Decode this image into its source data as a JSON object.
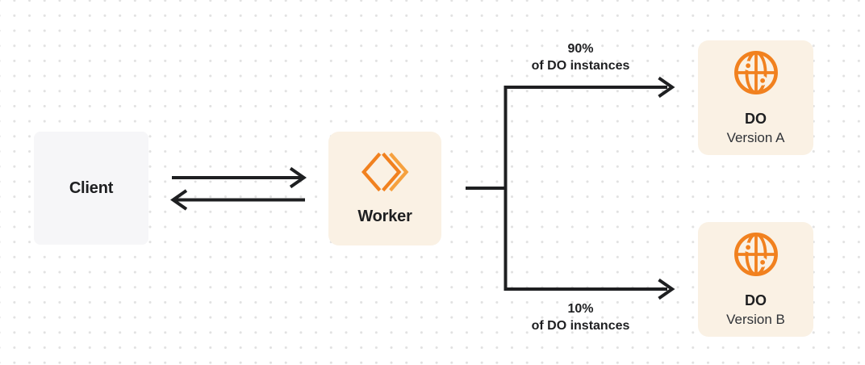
{
  "colors": {
    "background": "#ffffff",
    "dot_grid": "#e1e1e1",
    "box_cream": "#faf1e4",
    "box_gray": "#f6f6f8",
    "accent_orange": "#f1811f",
    "accent_orange_light": "#f6a13e",
    "line_dark": "#1e1f21",
    "subtitle_gray": "#2f3237"
  },
  "nodes": {
    "client": {
      "label": "Client"
    },
    "worker": {
      "label": "Worker",
      "icon": "cloudflare-workers-icon"
    },
    "do_a": {
      "title": "DO",
      "subtitle": "Version A",
      "icon": "durable-object-globe-icon"
    },
    "do_b": {
      "title": "DO",
      "subtitle": "Version B",
      "icon": "durable-object-globe-icon"
    }
  },
  "edges": {
    "split_a": {
      "percent": "90%",
      "caption": "of DO instances"
    },
    "split_b": {
      "percent": "10%",
      "caption": "of DO instances"
    }
  }
}
